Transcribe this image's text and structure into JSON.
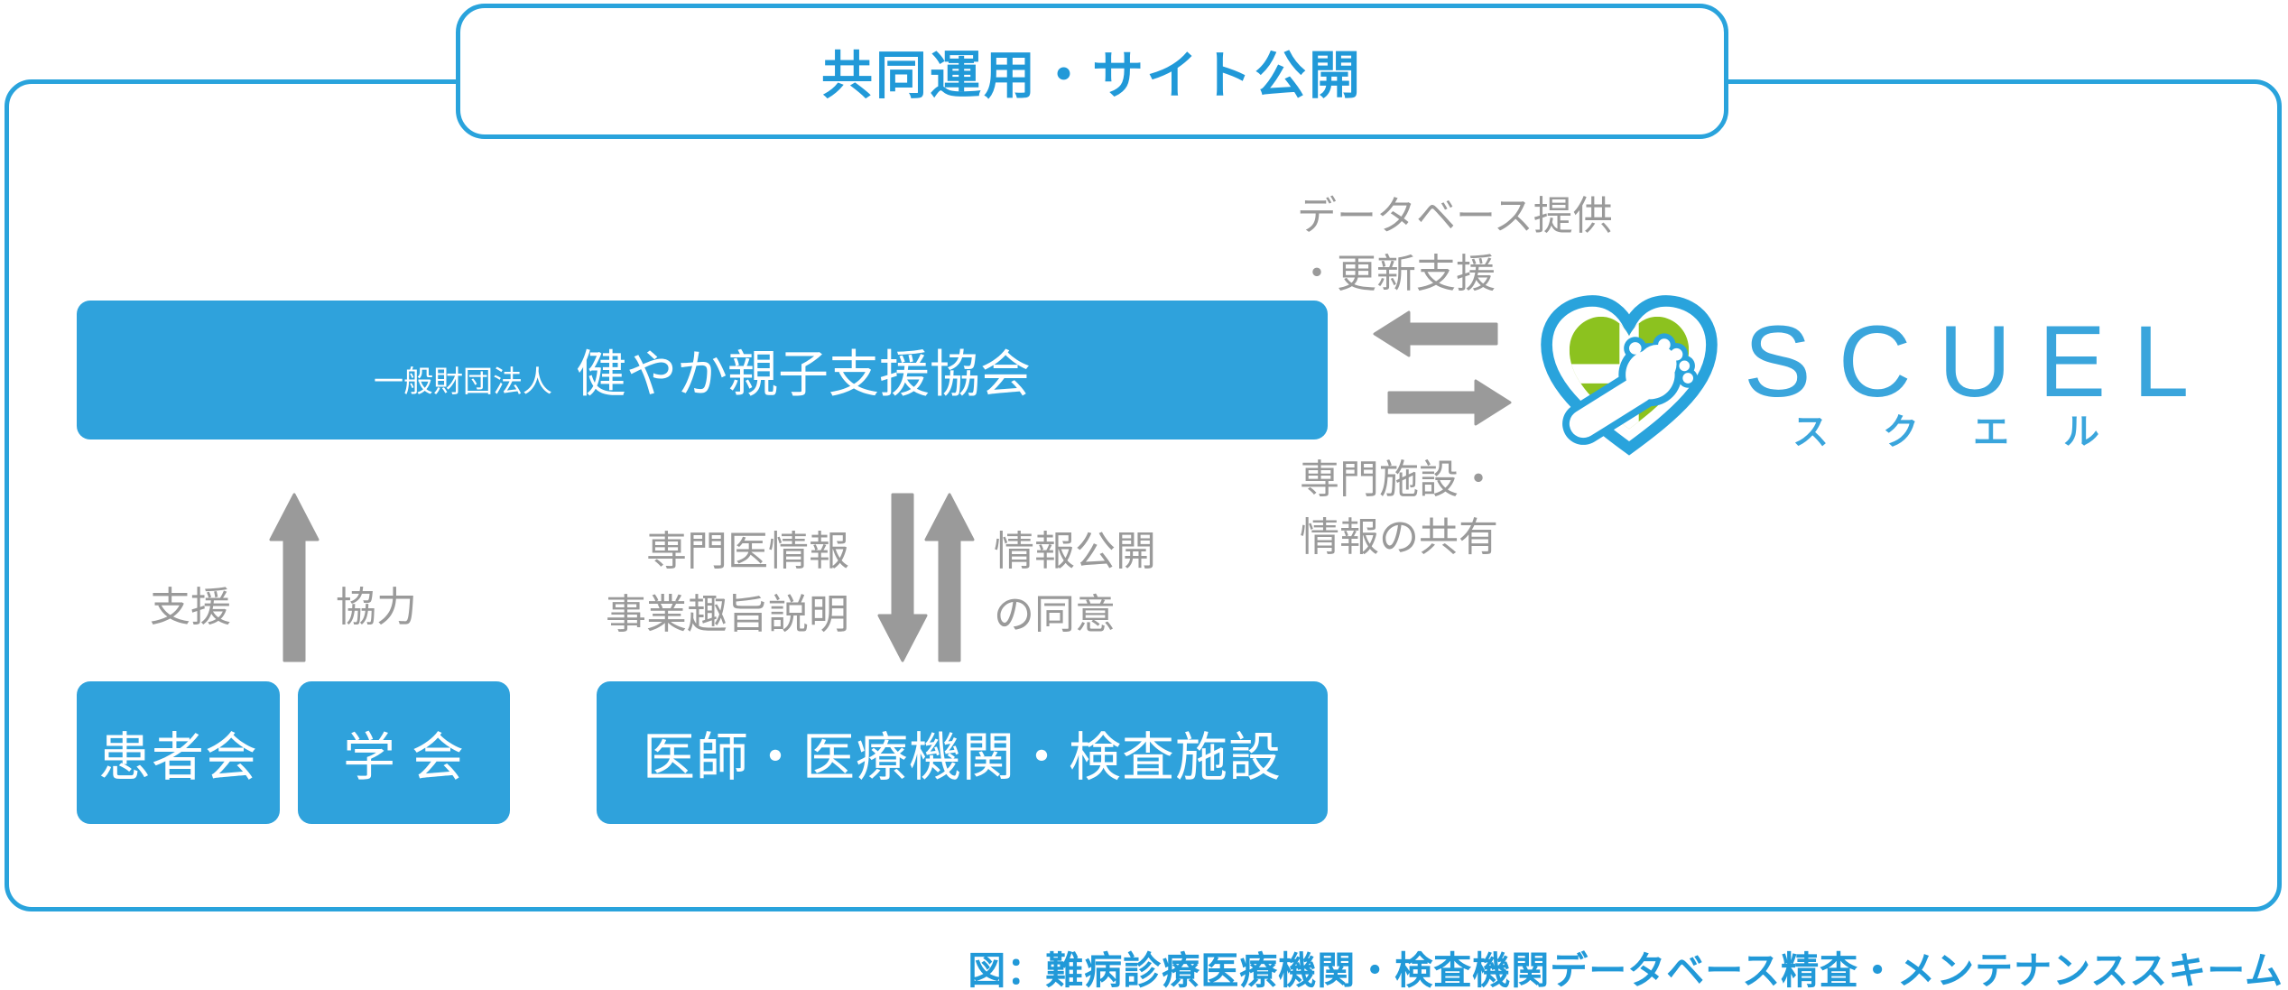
{
  "title": "共同運用・サイト公開",
  "colors": {
    "frame_blue": "#29A3DC",
    "box_blue": "#2FA2DC",
    "logo_blue": "#3AA5DC",
    "logo_green": "#8CC21F",
    "arrow_gray": "#9A9A9A",
    "text_blue": "#2199D8"
  },
  "org": {
    "prefix": "一般財団法人",
    "name": "健やか親子支援協会"
  },
  "scuel": {
    "wordmark": "SCUEL",
    "kana": "スクエル"
  },
  "flows": {
    "to_association": [
      "データベース提供",
      "・更新支援"
    ],
    "to_scuel": [
      "専門施設・",
      "情報の共有"
    ],
    "support": "支援",
    "cooperate": "協力",
    "specialist_info": [
      "専門医情報",
      "事業趣旨説明"
    ],
    "consent": [
      "情報公開",
      "の同意"
    ]
  },
  "bottom_boxes": [
    {
      "label": "患者会"
    },
    {
      "label": "学 会"
    },
    {
      "label": "医師・医療機関・検査施設"
    }
  ],
  "caption": "図：難病診療医療機関・検査機関データベース精査・メンテナンススキーム"
}
